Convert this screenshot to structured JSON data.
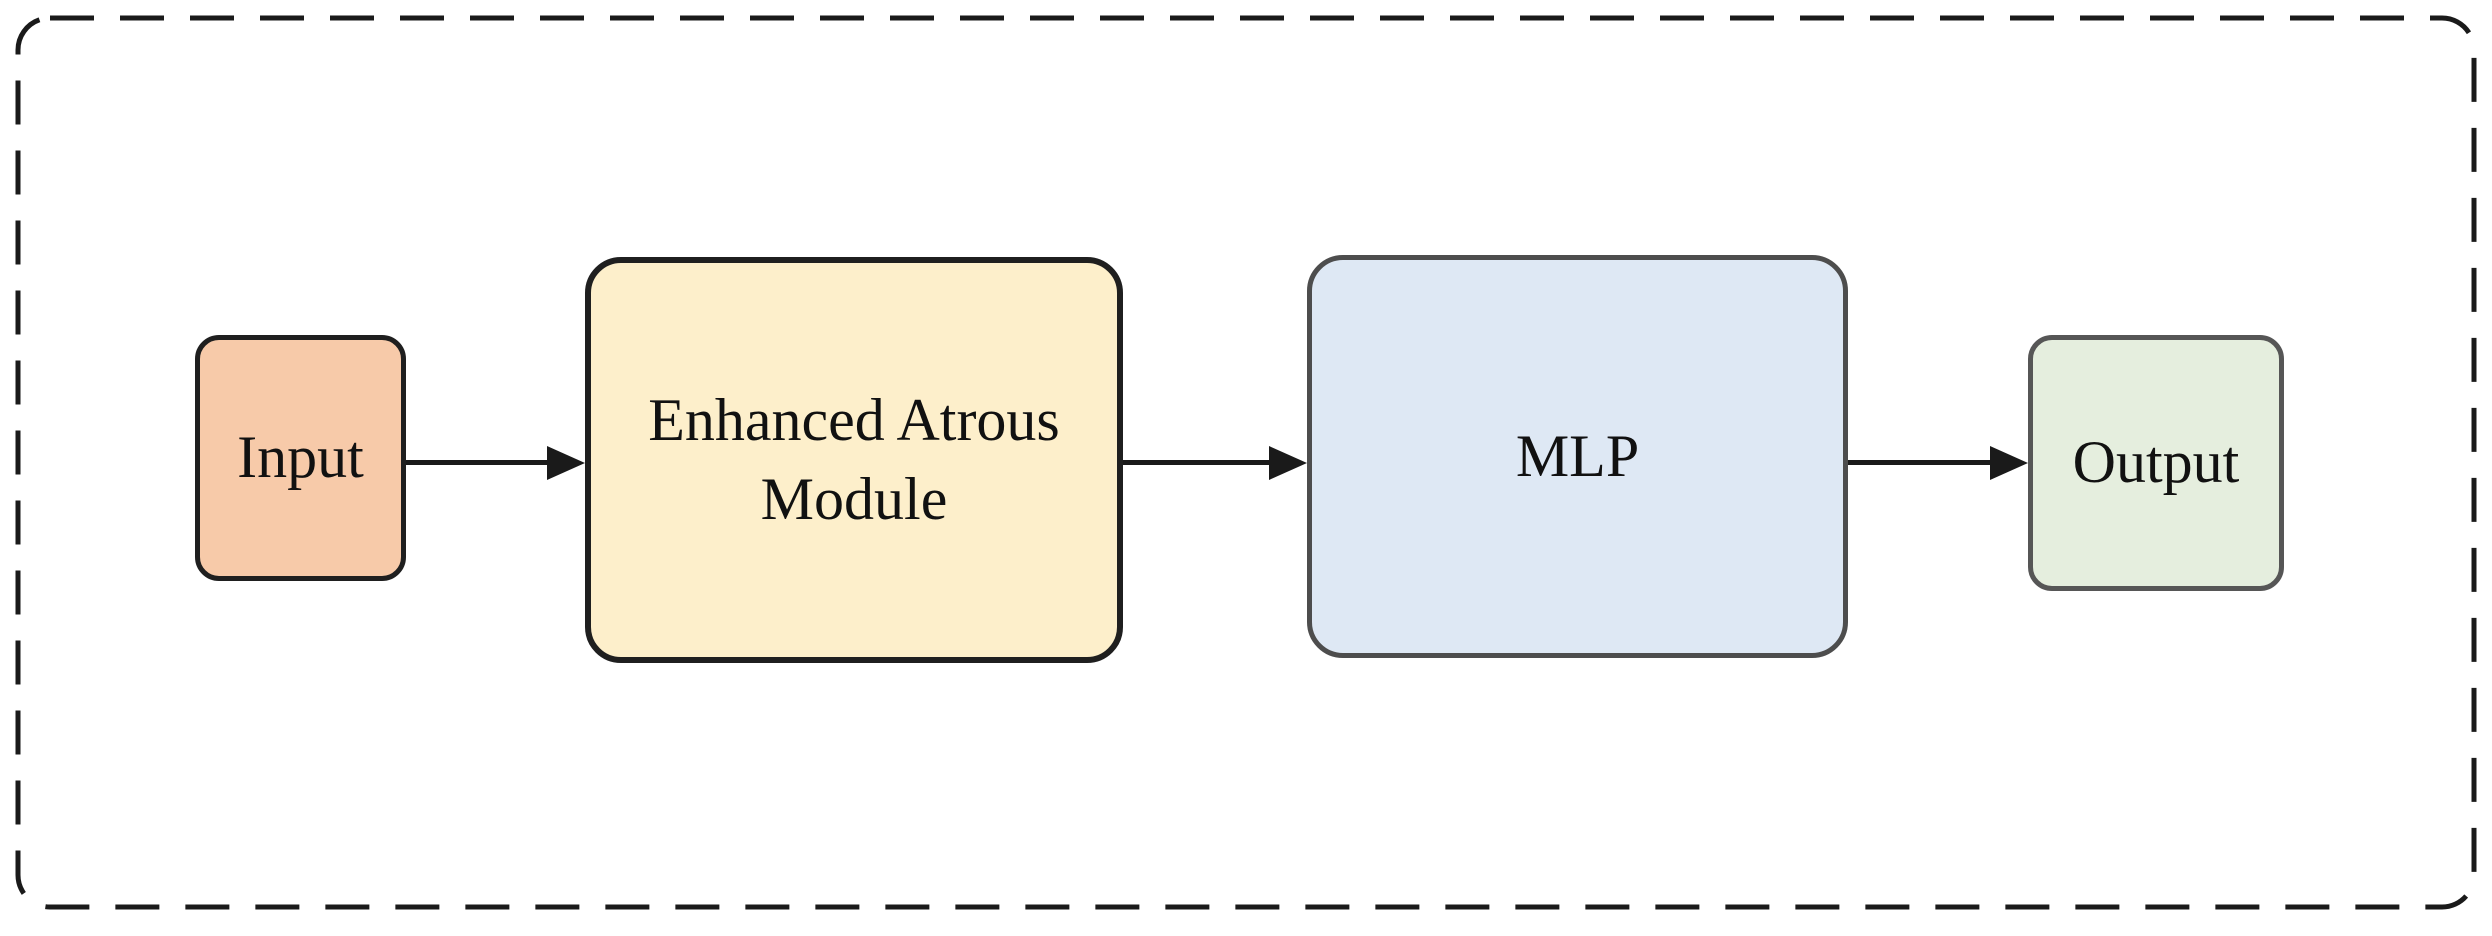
{
  "diagram": {
    "type": "flowchart",
    "direction": "left-to-right",
    "frame": {
      "border_style": "dashed",
      "border_color": "#1a1a1a",
      "fill": "#ffffff"
    },
    "text_color": "#111111",
    "connector_color": "#1a1a1a",
    "nodes": [
      {
        "id": "input",
        "label": "Input",
        "fill": "#F7CAA9",
        "border_color": "#1f1f1f",
        "shape": "rounded-rectangle"
      },
      {
        "id": "enhanced-atrous-module",
        "label": "Enhanced Atrous Module",
        "fill": "#FDEFCB",
        "border_color": "#1f1f1f",
        "shape": "rounded-rectangle"
      },
      {
        "id": "mlp",
        "label": "MLP",
        "fill": "#DEE8F4",
        "border_color": "#4d4d4d",
        "shape": "rounded-rectangle"
      },
      {
        "id": "output",
        "label": "Output",
        "fill": "#E5EEDE",
        "border_color": "#565656",
        "shape": "rounded-rectangle"
      }
    ],
    "edges": [
      {
        "from": "input",
        "to": "enhanced-atrous-module",
        "arrow": "filled-triangle"
      },
      {
        "from": "enhanced-atrous-module",
        "to": "mlp",
        "arrow": "filled-triangle"
      },
      {
        "from": "mlp",
        "to": "output",
        "arrow": "filled-triangle"
      }
    ]
  }
}
